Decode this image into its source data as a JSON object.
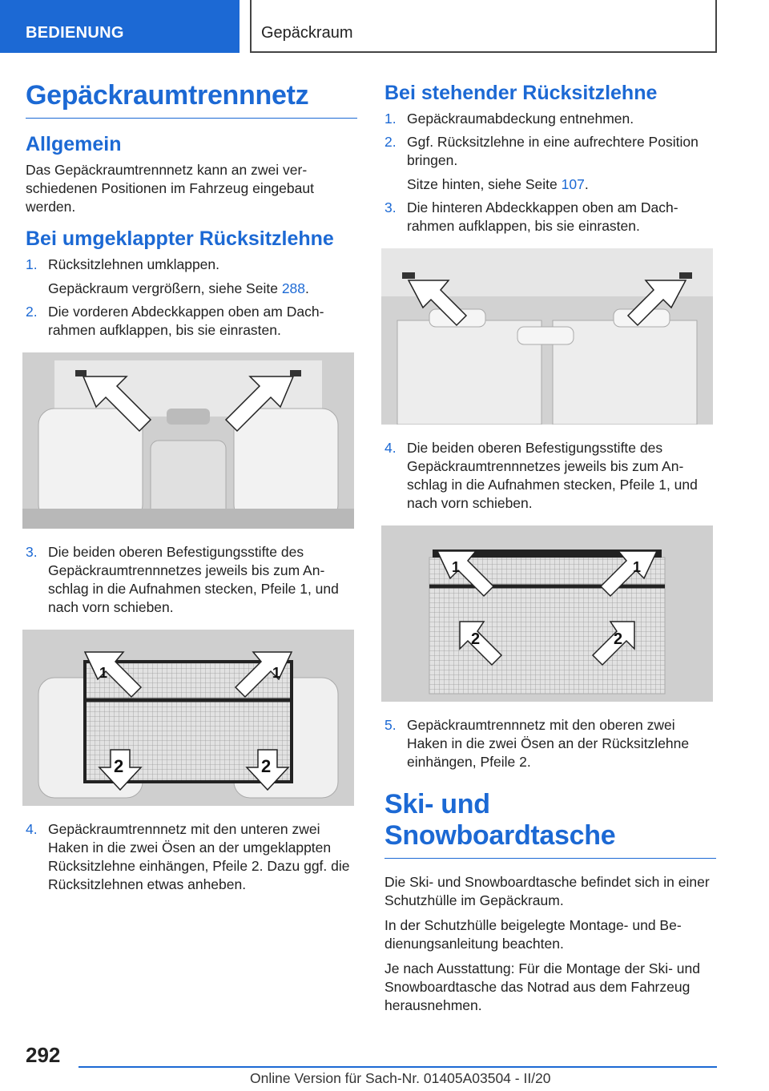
{
  "header": {
    "section": "BEDIENUNG",
    "chapter": "Gepäckraum"
  },
  "left": {
    "title": "Gepäckraumtrennnetz",
    "allgemein_heading": "Allgemein",
    "allgemein_text": "Das Gepäckraumtrennnetz kann an zwei ver­schiedenen Positionen im Fahrzeug eingebaut werden.",
    "folded_heading": "Bei umgeklappter Rücksitzlehne",
    "step1_num": "1.",
    "step1_text": "Rücksitzlehnen umklappen.",
    "step1_note_pre": "Gepäckraum vergrößern, siehe Seite ",
    "step1_note_link": "288",
    "step1_note_post": ".",
    "step2_num": "2.",
    "step2_text": "Die vorderen Abdeckkappen oben am Dach­rahmen aufklappen, bis sie einrasten.",
    "step3_num": "3.",
    "step3_text": "Die beiden oberen Befestigungsstifte des Gepäckraumtrennnetzes jeweils bis zum An­schlag in die Aufnahmen stecken, Pfeile 1, und nach vorn schieben.",
    "step4_num": "4.",
    "step4_text": "Gepäckraumtrennnetz mit den unteren zwei Haken in die zwei Ösen an der umgeklappten Rücksitzlehne einhängen, Pfeile 2. Dazu ggf. die Rücksitzlehnen etwas anheben.",
    "fig_labels": [
      "1",
      "1",
      "2",
      "2"
    ]
  },
  "right": {
    "upright_heading": "Bei stehender Rücksitzlehne",
    "step1_num": "1.",
    "step1_text": "Gepäckraumabdeckung entnehmen.",
    "step2_num": "2.",
    "step2_text": "Ggf. Rücksitzlehne in eine aufrechtere Posi­tion bringen.",
    "step2_note_pre": "Sitze hinten, siehe Seite ",
    "step2_note_link": "107",
    "step2_note_post": ".",
    "step3_num": "3.",
    "step3_text": "Die hinteren Abdeckkappen oben am Dach­rahmen aufklappen, bis sie einrasten.",
    "step4_num": "4.",
    "step4_text": "Die beiden oberen Befestigungsstifte des Gepäckraumtrennnetzes jeweils bis zum An­schlag in die Aufnahmen stecken, Pfeile 1, und nach vorn schieben.",
    "step5_num": "5.",
    "step5_text": "Gepäckraumtrennnetz mit den oberen zwei Haken in die zwei Ösen an der Rücksitzlehne einhängen, Pfeile 2.",
    "ski_title": "Ski- und Snowboardtasche",
    "ski_p1": "Die Ski- und Snowboardtasche befindet sich in einer Schutzhülle im Gepäckraum.",
    "ski_p2": "In der Schutzhülle beigelegte Montage- und Be­dienungsanleitung beachten.",
    "ski_p3": "Je nach Ausstattung: Für die Montage der Ski- und Snowboardtasche das Notrad aus dem Fahrzeug herausnehmen.",
    "fig_labels": [
      "1",
      "1",
      "2",
      "2"
    ]
  },
  "footer": {
    "page_number": "292",
    "online_text": "Online Version für Sach-Nr. 01405A03504 - II/20"
  }
}
